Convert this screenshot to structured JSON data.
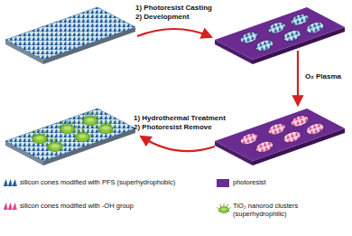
{
  "diagram": {
    "labels": [
      "1) Photoresist Casting",
      "2) Development",
      "O₂ Plasma",
      "1) Hydrothermal Treatment",
      "2) Photoresist Remove"
    ],
    "legend": [
      {
        "text": "silicon cones modified with PFS (superhydrophobic)"
      },
      {
        "text": "photoresist",
        "color": "#6b2c91"
      },
      {
        "text": "silicon cones modified with -OH group"
      },
      {
        "text": "TiO₂ nanorod clusters (superhydrophilic)"
      }
    ]
  }
}
